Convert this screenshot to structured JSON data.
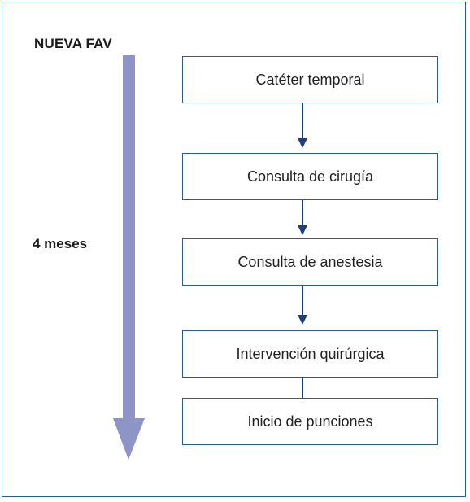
{
  "diagram": {
    "start_label": "NUEVA FAV",
    "duration_label": "4 meses",
    "steps": [
      {
        "label": "Catéter temporal"
      },
      {
        "label": "Consulta de cirugía"
      },
      {
        "label": "Consulta de anestesia"
      },
      {
        "label": "Intervención quirúrgica"
      },
      {
        "label": "Inicio de punciones"
      }
    ]
  },
  "colors": {
    "border": "#2d5a88",
    "timeline_arrow": "#8e94c6",
    "flow_arrow": "#1d3f7a"
  }
}
